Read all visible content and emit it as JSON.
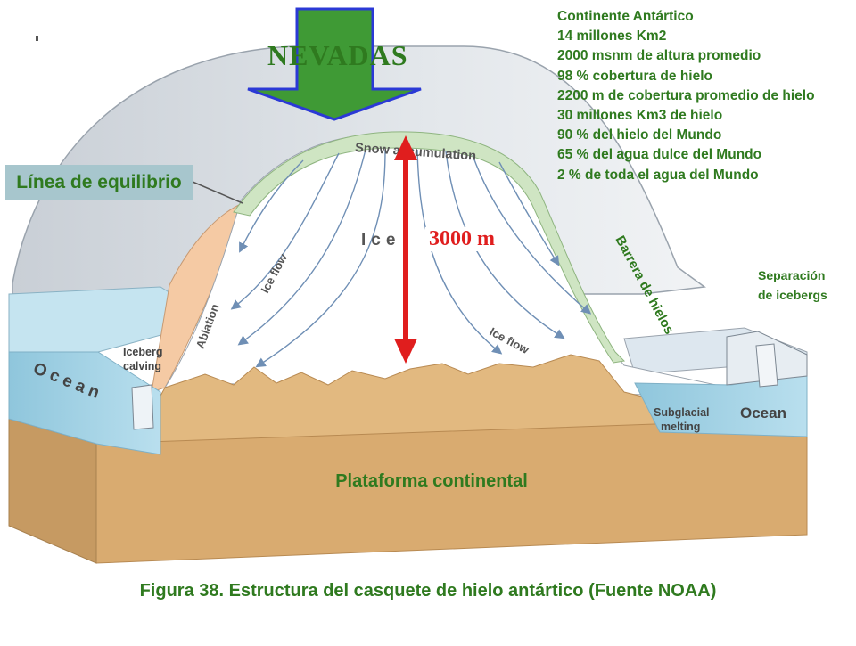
{
  "facts": {
    "lines": [
      "Continente Antártico",
      "14 millones Km2",
      "2000 msnm de altura promedio",
      "98 % cobertura de hielo",
      "2200 m de cobertura promedio de hielo",
      "30 millones Km3 de hielo",
      "90 % del hielo del Mundo",
      "65 % del agua dulce del Mundo",
      "2 % de toda el agua del Mundo"
    ]
  },
  "labels": {
    "nevadas": "NEVADAS",
    "equilibrium": "Línea de equilibrio",
    "platform": "Plataforma continental",
    "height": "3000 m",
    "barrier": "Barrera de hielos",
    "calving_line1": "Separación",
    "calving_line2": "de icebergs"
  },
  "diagram": {
    "snow_accumulation": "Snow accumulation",
    "ice": "Ice",
    "ice_flow": "Ice flow",
    "ablation": "Ablation",
    "iceberg_calving_1": "Iceberg",
    "iceberg_calving_2": "calving",
    "ocean_left": "Ocean",
    "ocean_right": "Ocean",
    "subglacial_1": "Subglacial",
    "subglacial_2": "melting"
  },
  "caption": "Figura 38.  Estructura del casquete de hielo antártico (Fuente NOAA)",
  "colors": {
    "green_text": "#2f7a1f",
    "arrow_red": "#e01e1e",
    "arrow_green": "#3f9a35",
    "arrow_border": "#2b39d6",
    "rock": "#d9ab70",
    "ocean": "#a9d4e4",
    "snow_band": "#cfe5c3"
  }
}
